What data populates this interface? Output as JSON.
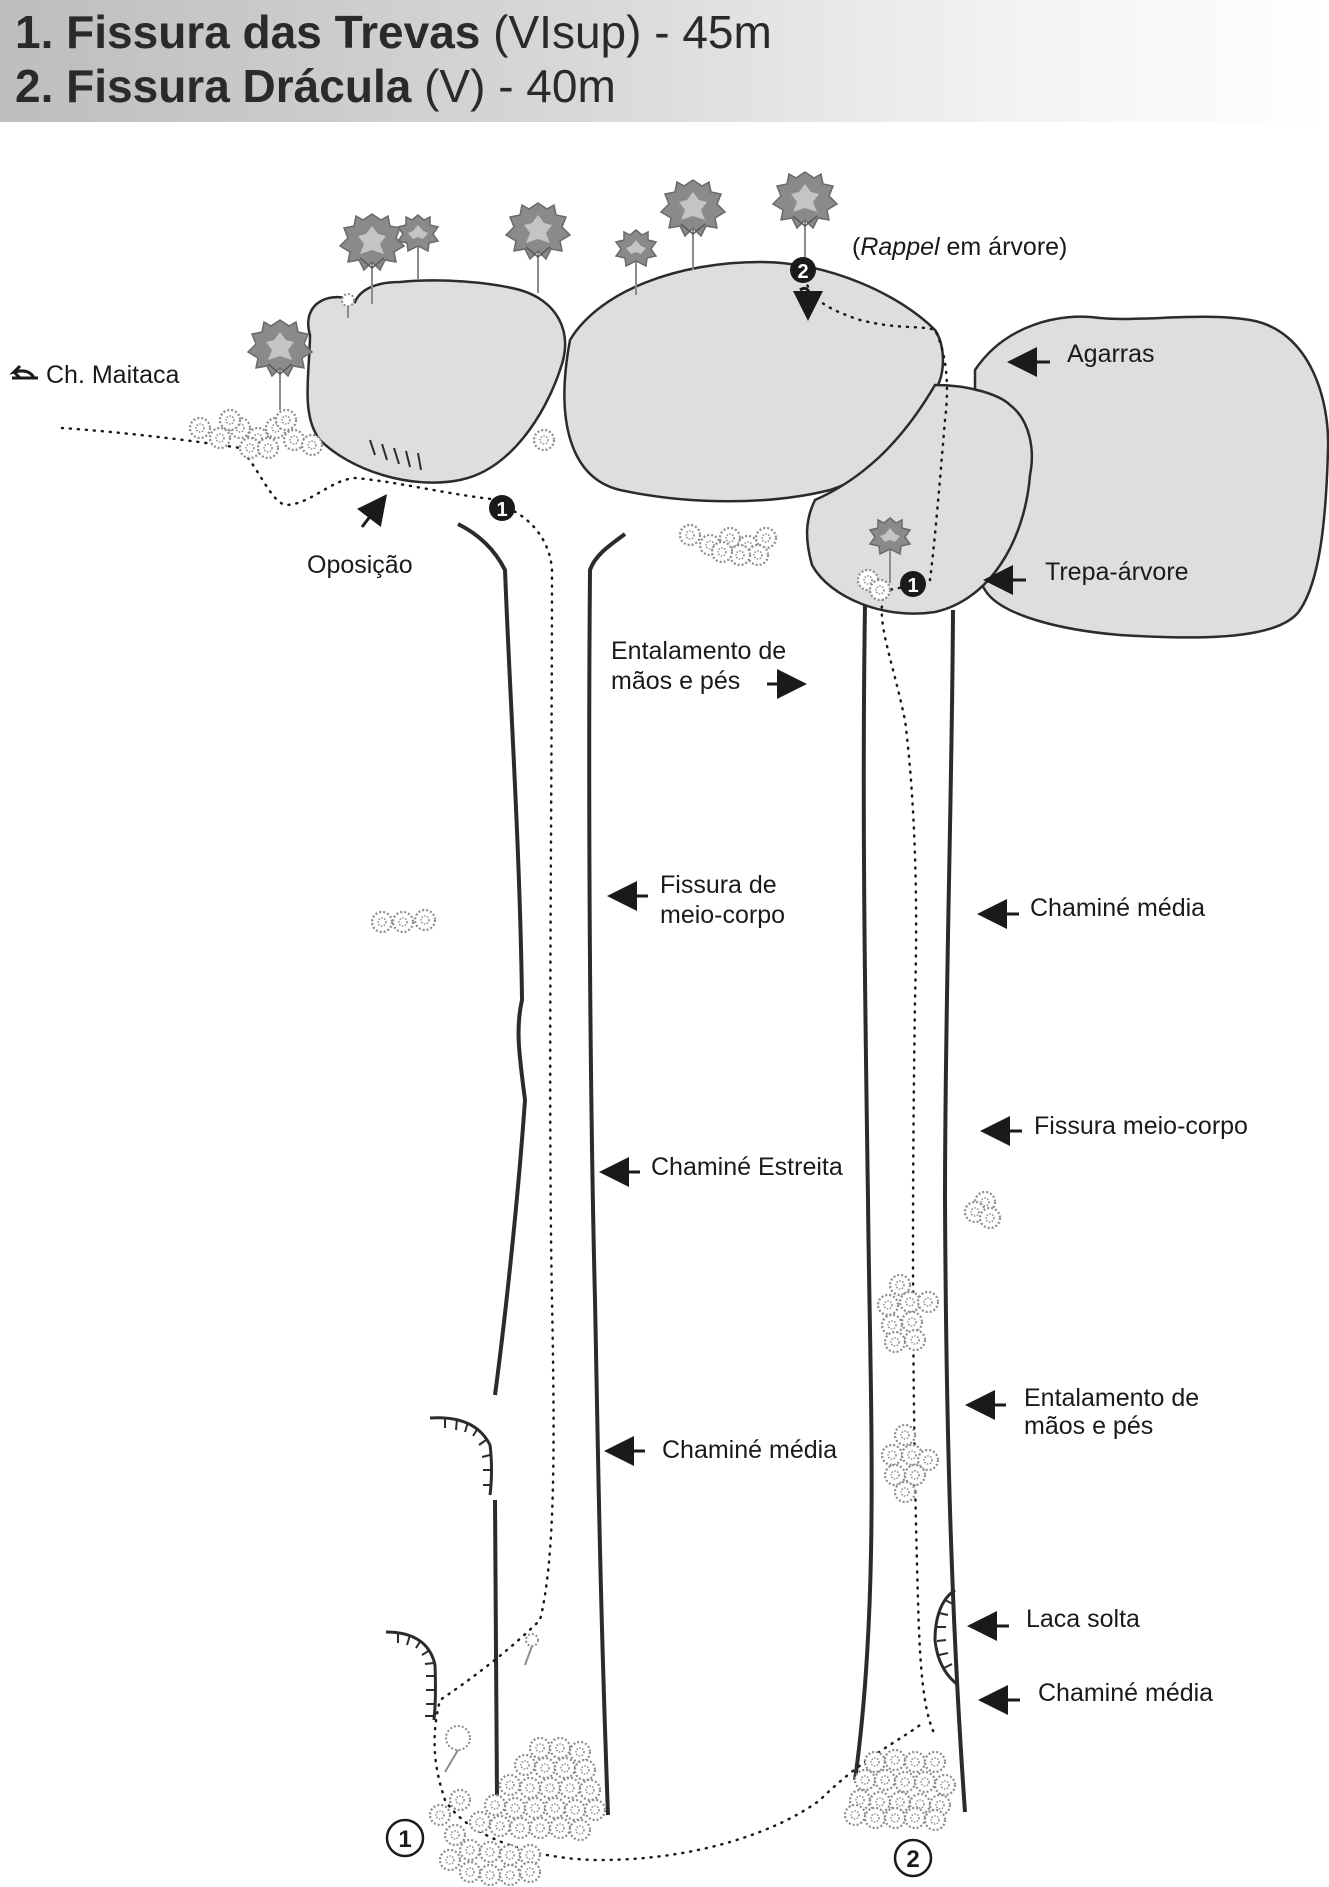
{
  "header": {
    "route1": {
      "name": "1. Fissura das Trevas",
      "grade": "(VIsup) - 45m"
    },
    "route2": {
      "name": "2. Fissura Drácula",
      "grade": "(V) - 40m"
    }
  },
  "labels": {
    "maitaca": "Ch. Maitaca",
    "rappel_em": "Rappel",
    "rappel_rest": " em árvore)",
    "rappel_open": "(",
    "agarras": "Agarras",
    "oposicao": "Oposição",
    "trepa": "Trepa-árvore",
    "ental1_a": "Entalamento de",
    "ental1_b": "mãos e pés",
    "fissura_meio_a": "Fissura de",
    "fissura_meio_b": "meio-corpo",
    "chamine_media_1": "Chaminé média",
    "fissura_meio_corpo": "Fissura meio-corpo",
    "chamine_estreita": "Chaminé Estreita",
    "ental2_a": "Entalamento de",
    "ental2_b": "mãos e pés",
    "chamine_media_2": "Chaminé média",
    "laca_solta": "Laca solta",
    "chamine_media_3": "Chaminé média"
  },
  "markers": {
    "anchor_1": "1",
    "anchor_2": "2",
    "anchor_1b": "1",
    "start_1": "1",
    "start_2": "2"
  },
  "colors": {
    "boulder_fill": "#dedede",
    "line": "#2b2b2b",
    "bush": "#8c8c8c",
    "header_dark": "#bdbdbd"
  }
}
